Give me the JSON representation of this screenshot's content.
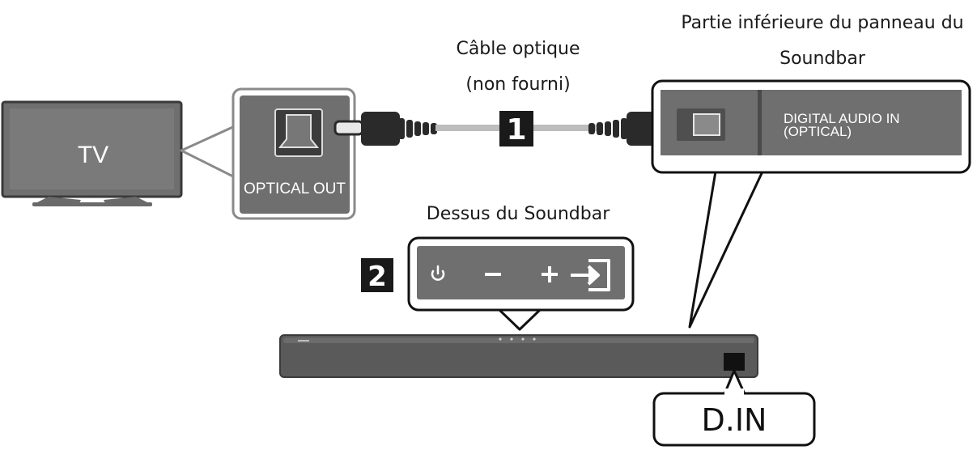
{
  "tv": {
    "label": "TV"
  },
  "tv_port": {
    "label": "OPTICAL OUT"
  },
  "cable": {
    "label_line1": "Câble optique",
    "label_line2": "(non fourni)"
  },
  "steps": {
    "step1": "1",
    "step2": "2"
  },
  "soundbar_bottom": {
    "title_line1": "Partie inférieure du panneau du",
    "title_line2": "Soundbar",
    "port_label_line1": "DIGITAL AUDIO IN",
    "port_label_line2": "(OPTICAL)"
  },
  "soundbar_top": {
    "title": "Dessus du Soundbar",
    "buttons": [
      "power-icon",
      "minus-icon",
      "plus-icon",
      "source-icon"
    ]
  },
  "display": {
    "text": "D.IN"
  },
  "colors": {
    "panel_gray": "#6f6f6f",
    "panel_dark": "#555555",
    "connector": "#2a2a2a",
    "cable_gray": "#bdbdbd",
    "soundbar": "#5a5a5a",
    "outline": "#111111"
  }
}
